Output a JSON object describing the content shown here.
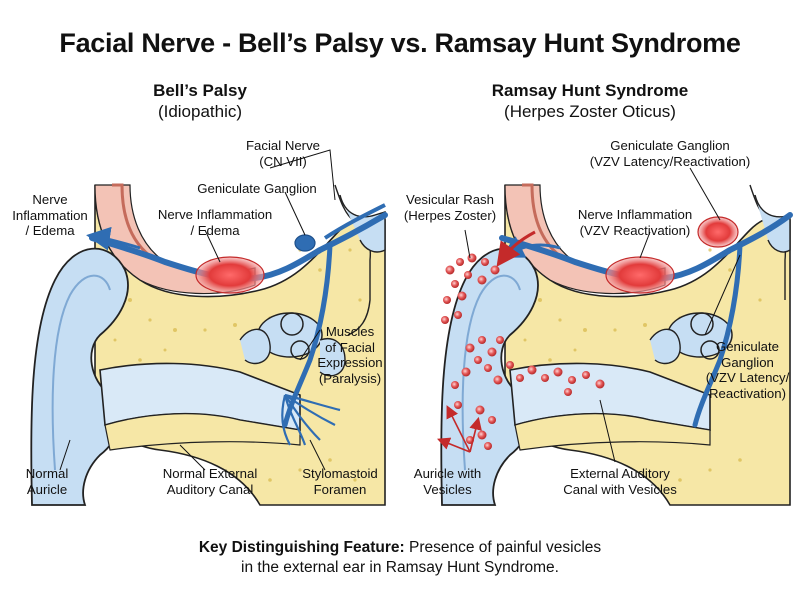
{
  "title": "Facial Nerve - Bell’s Palsy vs. Ramsay Hunt Syndrome",
  "panels": {
    "left": {
      "title": "Bell’s Palsy",
      "subtitle": "(Idiopathic)",
      "labels": {
        "facial_nerve": "Facial Nerve\n(CN VII)",
        "geniculate_ganglion": "Geniculate Ganglion",
        "nerve_inflammation_edema_outer": "Nerve\nInflammation\n/ Edema",
        "nerve_inflammation_edema_inner": "Nerve Inflammation\n/ Edema",
        "muscles": "Muscles\nof Facial\nExpression\n(Paralysis)",
        "normal_auricle": "Normal\nAuricle",
        "normal_external_canal": "Normal External\nAuditory Canal",
        "stylomastoid_foramen": "Stylomastoid\nForamen"
      }
    },
    "right": {
      "title": "Ramsay Hunt Syndrome",
      "subtitle": "(Herpes Zoster Oticus)",
      "labels": {
        "geniculate_ganglion_top": "Geniculate Ganglion\n(VZV Latency/Reactivation)",
        "vesicular_rash": "Vesicular Rash\n(Herpes Zoster)",
        "nerve_inflammation_vzv": "Nerve Inflammation\n(VZV Reactivation)",
        "geniculate_ganglion_side": "Geniculate\nGanglion\n(VZV Latency/\nReactivation)",
        "auricle_vesicles": "Auricle with\nVesicles",
        "external_canal_vesicles": "External Auditory\nCanal with Vesicles"
      }
    }
  },
  "footer": {
    "bold": "Key Distinguishing Feature:",
    "text": " Presence of painful vesicles",
    "line2": "in the external ear in Ramsay Hunt Syndrome."
  },
  "colors": {
    "nerve": "#2f6db3",
    "bone": "#f6e7a6",
    "bone_dark": "#e8cf6a",
    "skin": "#c6def3",
    "inflammation": "#e23b3b",
    "vesicle": "#d94848",
    "muscle": "#e9a3a3"
  }
}
